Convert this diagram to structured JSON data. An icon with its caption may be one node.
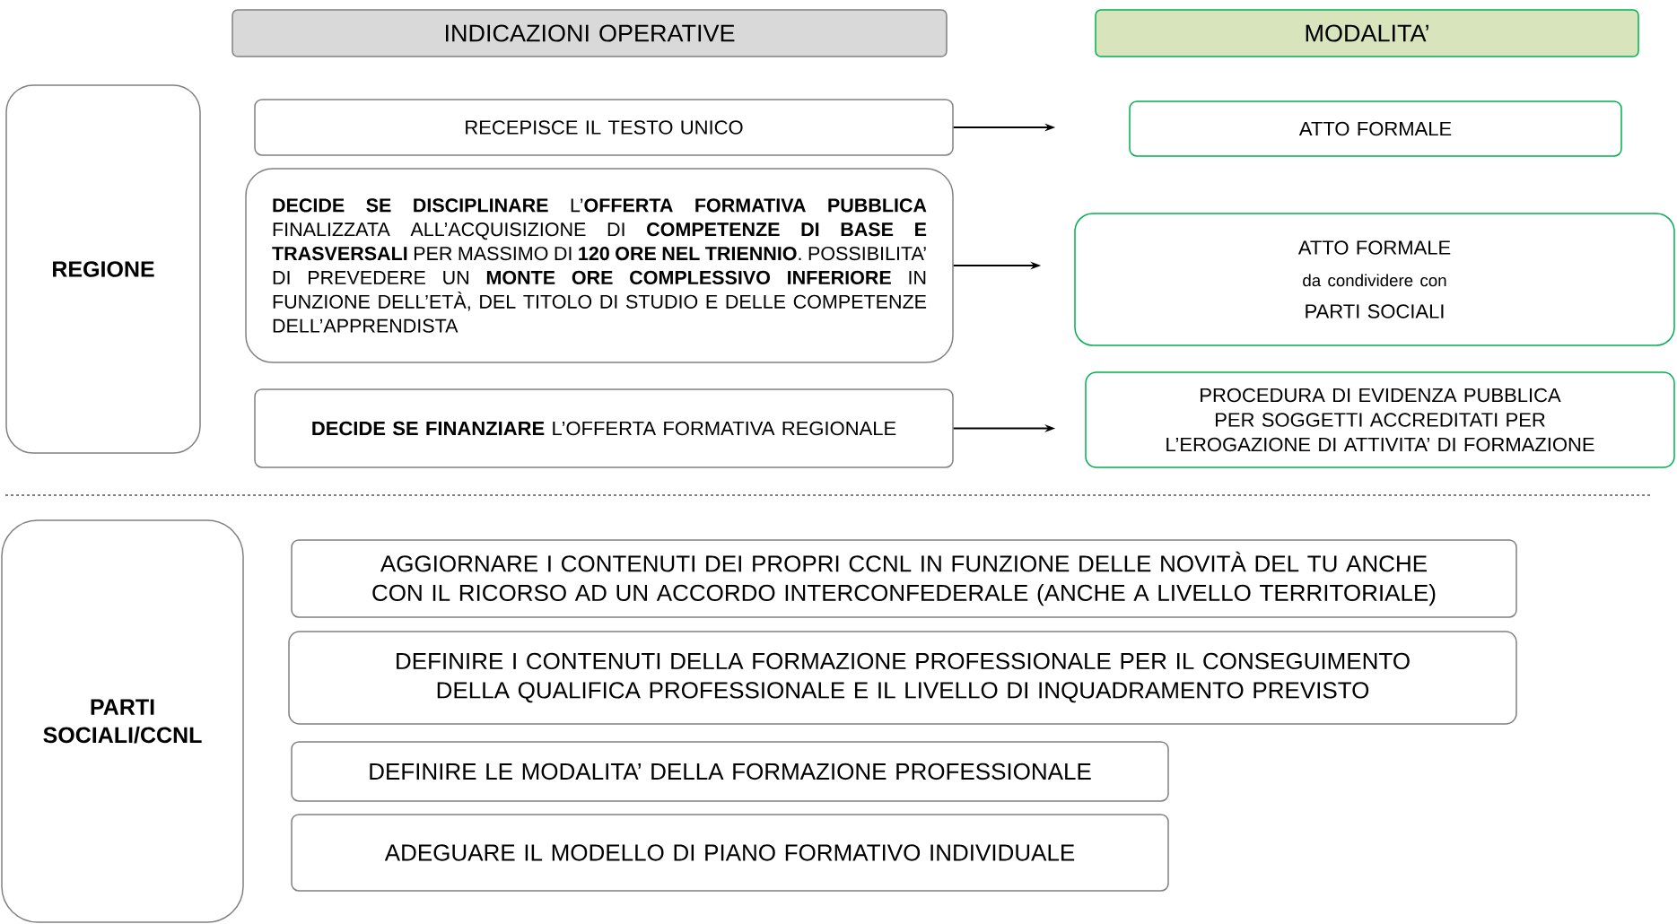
{
  "diagram": {
    "nodes": [
      {
        "text": [
          "INDICAZIONI OPERATIVE"
        ]
      },
      {
        "text": [
          "MODALITA’"
        ]
      },
      {
        "text": [
          "REGIONE"
        ]
      },
      {
        "text": [
          "RECEPISCE IL TESTO UNICO"
        ]
      },
      {
        "text": [
          "**DECIDE SE DISCIPLINARE** L’**OFFERTA FORMATIVA PUBBLICA** FINALIZZATA ALL’ACQUISIZIONE DI **COMPETENZE DI BASE E TRASVERSALI** PER MASSIMO DI **120 ORE NEL TRIENNIO**. POSSIBILITA’ DI PREVEDERE UN **MONTE ORE COMPLESSIVO INFERIORE** IN FUNZIONE DELL’ETÀ, DEL TITOLO DI STUDIO E DELLE COMPETENZE DELL’APPRENDISTA"
        ]
      },
      {
        "text": [
          "**DECIDE SE FINANZIARE** L’OFFERTA FORMATIVA REGIONALE"
        ]
      },
      {
        "text": [
          "ATTO FORMALE"
        ]
      },
      {
        "text": [
          "ATTO FORMALE",
          "da condividere con",
          "PARTI SOCIALI"
        ]
      },
      {
        "text": [
          "PROCEDURA DI EVIDENZA PUBBLICA PER SOGGETTI ACCREDITATI PER L’EROGAZIONE DI ATTIVITA’ DI FORMAZIONE"
        ]
      },
      {
        "text": [
          "PARTI SOCIALI/CCNL"
        ]
      },
      {
        "text": [
          "AGGIORNARE I CONTENUTI DEI PROPRI CCNL IN FUNZIONE DELLE NOVITÀ DEL TU ANCHE CON IL RICORSO AD UN ACCORDO INTERCONFEDERALE (ANCHE A LIVELLO TERRITORIALE)"
        ]
      },
      {
        "text": [
          "DEFINIRE I CONTENUTI DELLA FORMAZIONE PROFESSIONALE PER IL CONSEGUIMENTO DELLA QUALIFICA PROFESSIONALE E IL LIVELLO DI INQUADRAMENTO PREVISTO"
        ]
      },
      {
        "text": [
          "DEFINIRE LE MODALITA’ DELLA FORMAZIONE PROFESSIONALE"
        ]
      },
      {
        "text": [
          "ADEGUARE IL MODELLO DI PIANO FORMATIVO INDIVIDUALE"
        ]
      }
    ],
    "edges": [
      {
        "from": 3,
        "to": 6,
        "arrow": "to"
      },
      {
        "from": 4,
        "to": 7,
        "arrow": "to"
      },
      {
        "from": 5,
        "to": 8,
        "arrow": "to"
      }
    ]
  }
}
